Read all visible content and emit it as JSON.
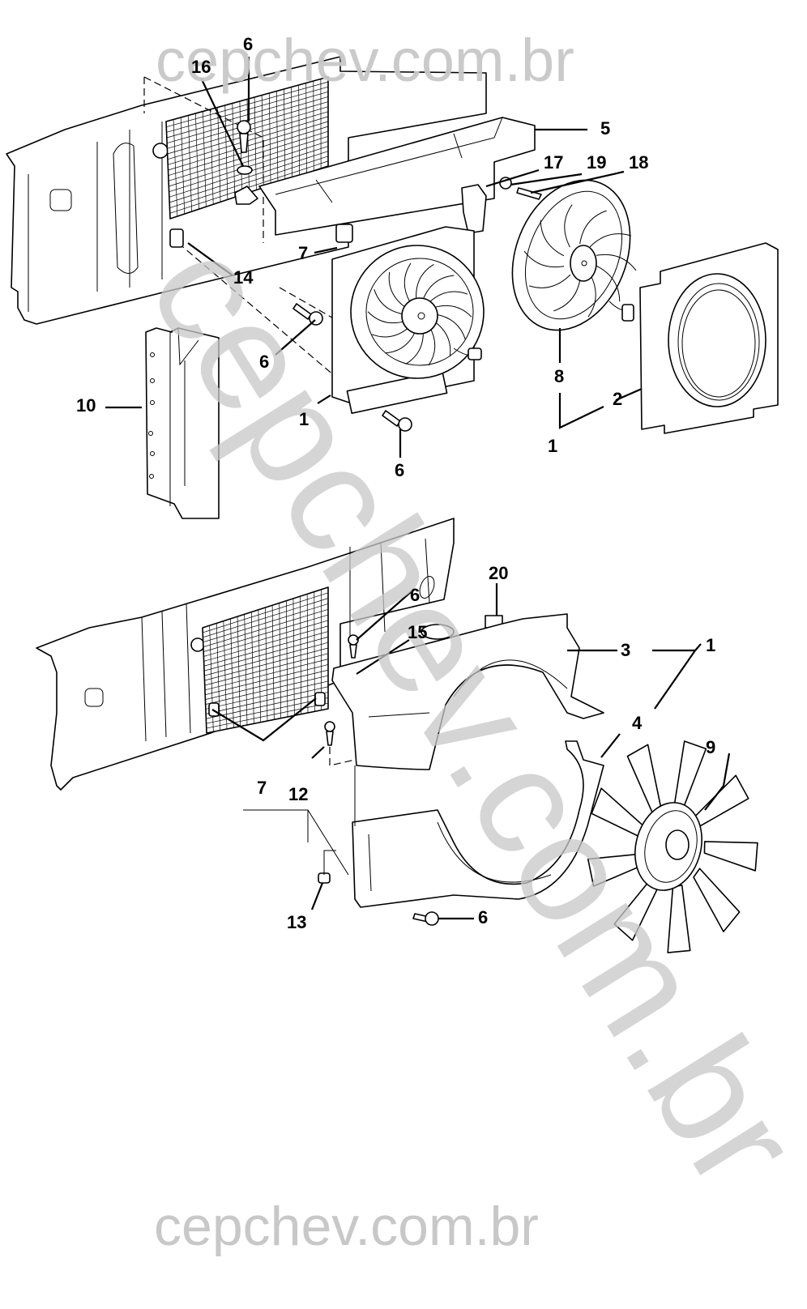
{
  "diagram": {
    "title": "Cooling fan and shroud assembly - exploded view",
    "watermark": {
      "top": "cepchev.com.br",
      "diagonal": "cepchev.com.br",
      "bottom": "cepchev.com.br",
      "color": "#c8c8c8"
    },
    "upper_view": {
      "callouts": [
        {
          "id": "c-6-top",
          "label": "6",
          "part": "bolt"
        },
        {
          "id": "c-16",
          "label": "16",
          "part": "washer"
        },
        {
          "id": "c-5",
          "label": "5",
          "part": "upper radiator support bracket"
        },
        {
          "id": "c-17",
          "label": "17",
          "part": "bracket / connector"
        },
        {
          "id": "c-19",
          "label": "19",
          "part": "nut"
        },
        {
          "id": "c-18",
          "label": "18",
          "part": "screw"
        },
        {
          "id": "c-7-top",
          "label": "7",
          "part": "clip"
        },
        {
          "id": "c-14",
          "label": "14",
          "part": "clip"
        },
        {
          "id": "c-6-left",
          "label": "6",
          "part": "bolt"
        },
        {
          "id": "c-10",
          "label": "10",
          "part": "side baffle"
        },
        {
          "id": "c-1-left",
          "label": "1",
          "part": "electric fan assembly"
        },
        {
          "id": "c-6-bottom",
          "label": "6",
          "part": "bolt"
        },
        {
          "id": "c-8",
          "label": "8",
          "part": "fan motor and blade"
        },
        {
          "id": "c-2",
          "label": "2",
          "part": "fan shroud"
        },
        {
          "id": "c-1-right",
          "label": "1",
          "part": "electric fan assembly"
        }
      ]
    },
    "lower_view": {
      "callouts": [
        {
          "id": "c-20",
          "label": "20",
          "part": "insulator"
        },
        {
          "id": "c-6-mid",
          "label": "6",
          "part": "bolt"
        },
        {
          "id": "c-15",
          "label": "15",
          "part": "washer"
        },
        {
          "id": "c-3",
          "label": "3",
          "part": "upper fan shroud"
        },
        {
          "id": "c-1-lower",
          "label": "1",
          "part": "fan shroud assembly"
        },
        {
          "id": "c-4",
          "label": "4",
          "part": "lower fan shroud"
        },
        {
          "id": "c-9",
          "label": "9",
          "part": "engine fan with clutch"
        },
        {
          "id": "c-7-lower",
          "label": "7",
          "part": "clip"
        },
        {
          "id": "c-12",
          "label": "12",
          "part": "bolt"
        },
        {
          "id": "c-13",
          "label": "13",
          "part": "nut"
        },
        {
          "id": "c-6-low",
          "label": "6",
          "part": "bolt"
        }
      ]
    }
  }
}
